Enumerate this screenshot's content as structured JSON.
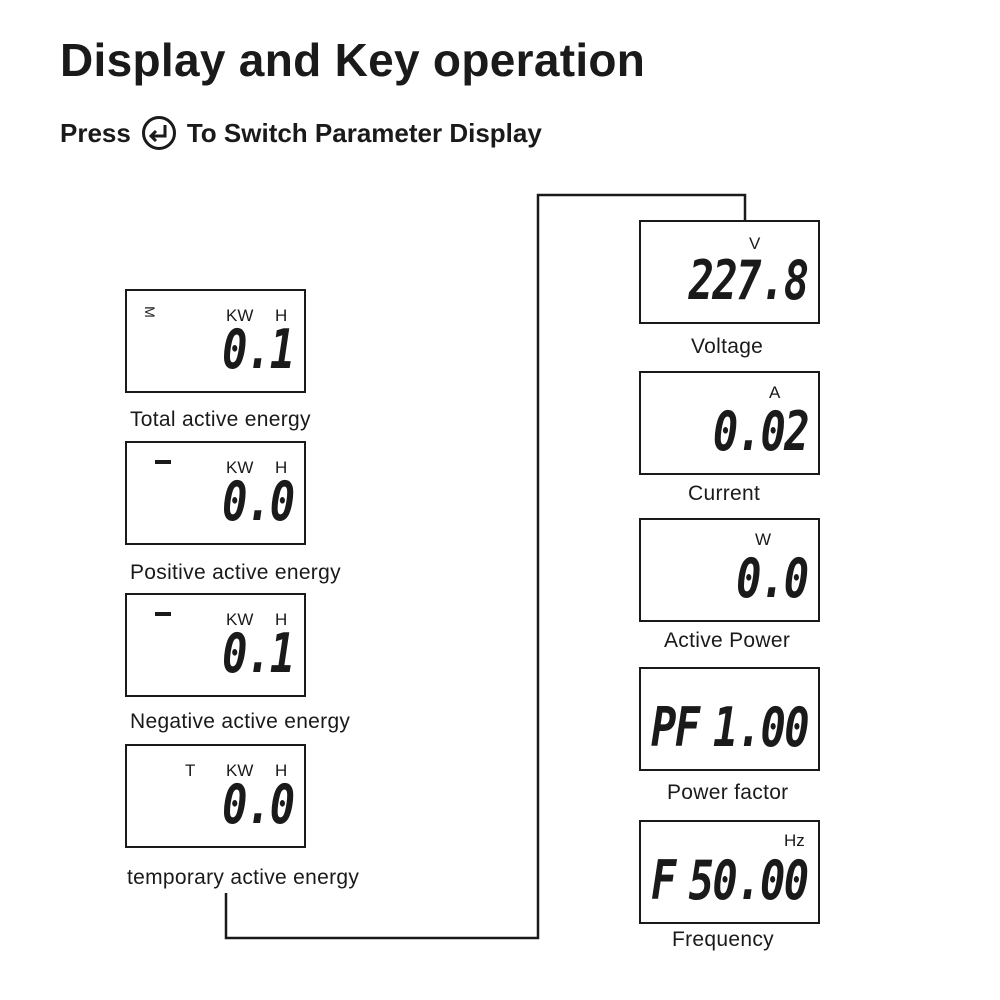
{
  "header": {
    "title": "Display and Key operation",
    "subtitle_before": "Press",
    "subtitle_after": "To Switch Parameter Display",
    "key_icon": "enter-key-icon"
  },
  "left_panels": [
    {
      "indicator": "M",
      "unit_kw": "KW",
      "unit_h": "H",
      "value": "0.1",
      "caption": "Total active energy"
    },
    {
      "indicator": "bar",
      "unit_kw": "KW",
      "unit_h": "H",
      "value": "0.0",
      "caption": "Positive active energy"
    },
    {
      "indicator": "bar",
      "unit_kw": "KW",
      "unit_h": "H",
      "value": "0.1",
      "caption": "Negative active energy"
    },
    {
      "indicator": "T",
      "unit_kw": "KW",
      "unit_h": "H",
      "value": "0.0",
      "caption": "temporary active energy"
    }
  ],
  "right_panels": [
    {
      "unit": "V",
      "value": "227.8",
      "caption": "Voltage"
    },
    {
      "unit": "A",
      "value": "0.02",
      "caption": "Current"
    },
    {
      "unit": "W",
      "value": "0.0",
      "caption": "Active Power"
    },
    {
      "prefix": "PF",
      "unit": "",
      "value": "1.00",
      "caption": "Power factor"
    },
    {
      "prefix": "F",
      "unit": "Hz",
      "value": "50.00",
      "caption": "Frequency"
    }
  ]
}
